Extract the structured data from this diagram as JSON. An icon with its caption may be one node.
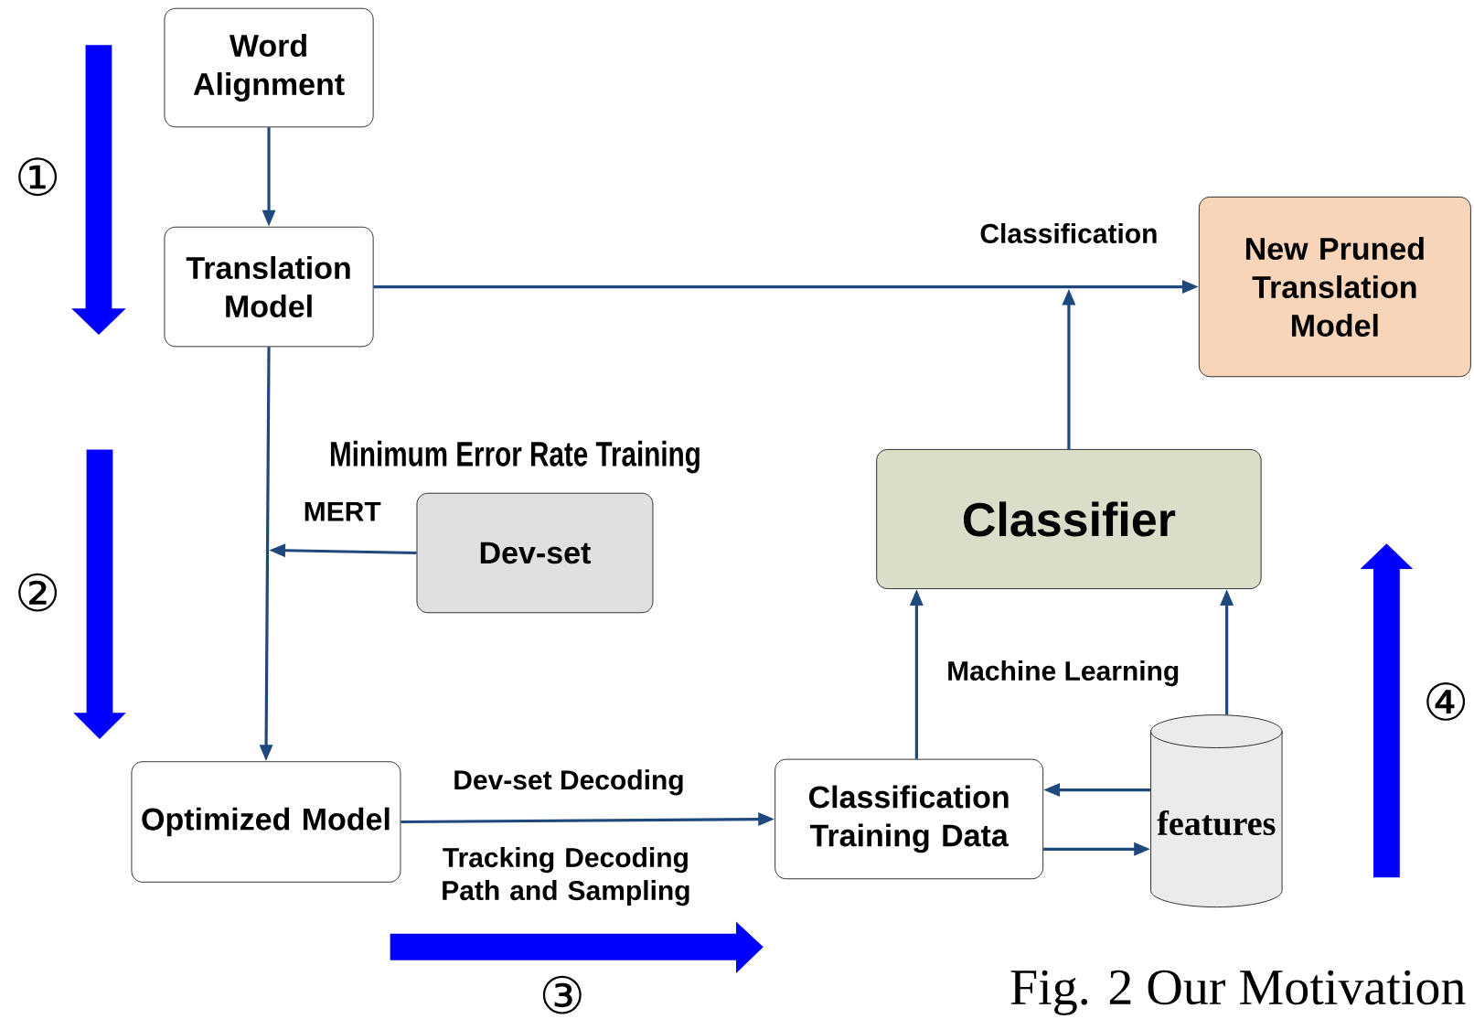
{
  "diagram": {
    "caption": "Fig. 2  Our Motivation",
    "nodes": [
      {
        "text": [
          "Word Alignment"
        ]
      },
      {
        "text": [
          "Translation Model"
        ]
      },
      {
        "text": [
          "New Pruned Translation Model"
        ]
      },
      {
        "text": [
          "Dev-set"
        ]
      },
      {
        "text": [
          "Classifier"
        ]
      },
      {
        "text": [
          "Optimized Model"
        ]
      },
      {
        "text": [
          "Classification Training Data"
        ]
      },
      {
        "text": [
          "features"
        ]
      }
    ],
    "edges": [
      {
        "from": 0,
        "to": 1,
        "arrow": "to"
      },
      {
        "from": 1,
        "to": 2,
        "arrow": "to",
        "label": "Classification"
      },
      {
        "from": 1,
        "to": 5,
        "arrow": "to"
      },
      {
        "from": 3,
        "to": null,
        "arrow": "to"
      },
      {
        "from": 4,
        "to": null,
        "arrow": "to"
      },
      {
        "from": 5,
        "to": 6,
        "arrow": "to",
        "label": "Dev-set Decoding"
      },
      {
        "from": 6,
        "to": 4,
        "arrow": "to",
        "label": "Machine Learning"
      },
      {
        "from": 7,
        "to": 4,
        "arrow": "to"
      },
      {
        "from": 7,
        "to": 6,
        "arrow": "to"
      },
      {
        "from": 6,
        "to": 7,
        "arrow": "to"
      }
    ],
    "labels": [
      "①",
      "②",
      "Minimum Error Rate Training",
      "MERT",
      "Tracking Decoding Path and Sampling",
      "③",
      "④"
    ]
  }
}
